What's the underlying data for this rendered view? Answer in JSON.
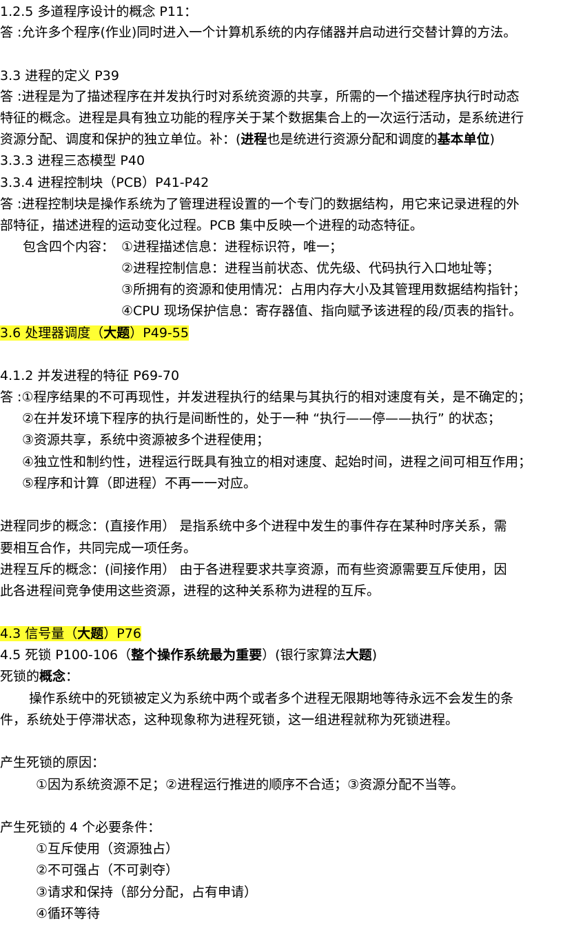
{
  "colors": {
    "highlight": "#ffff33",
    "text": "#000000",
    "background": "#ffffff"
  },
  "s1": {
    "title": "1.2.5 多道程序设计的概念 P11：",
    "answer": "答 :允许多个程序(作业)同时进入一个计算机系统的内存储器并启动进行交替计算的方法。"
  },
  "s2": {
    "title": "3.3 进程的定义 P39",
    "l1": "答 :进程是为了描述程序在并发执行时对系统资源的共享，所需的一个描述程序执行时动态",
    "l2": "特征的概念。进程是具有独立功能的程序关于某个数据集合上的一次运行活动，是系统进行",
    "l3_a": "资源分配、调度和保护的独立单位。补：(",
    "l3_b": "进程",
    "l3_c": "也是统进行资源分配和调度的",
    "l3_d": "基本单位",
    "l3_e": ")"
  },
  "s3": {
    "title": "3.3.3 进程三态模型 P40"
  },
  "s4": {
    "title": "3.3.4 进程控制块（PCB）P41-P42",
    "l1": "答 :进程控制块是操作系统为了管理进程设置的一个专门的数据结构，用它来记录进程的外",
    "l2": "部特征，描述进程的运动变化过程。PCB 集中反映一个进程的动态特征。",
    "items_prefix": "包含四个内容：",
    "items": [
      "①进程描述信息：进程标识符，唯一；",
      "②进程控制信息：进程当前状态、优先级、代码执行入口地址等；",
      "③所拥有的资源和使用情况：占用内存大小及其管理用数据结构指针；",
      "④CPU 现场保护信息：寄存器值、指向赋予该进程的段/页表的指针。"
    ]
  },
  "s5": {
    "title_a": "3.6 处理器调度（",
    "title_b": "大题",
    "title_c": "）P49-55"
  },
  "s6": {
    "title": "4.1.2 并发进程的特征 P69-70",
    "l1": "答 :①程序结果的不可再现性，并发进程执行的结果与其执行的相对速度有关，是不确定的；",
    "items": [
      "②在并发环境下程序的执行是间断性的，处于一种 “执行——停——执行” 的状态；",
      "③资源共享，系统中资源被多个进程使用；",
      "④独立性和制约性，进程运行既具有独立的相对速度、起始时间，进程之间可相互作用；",
      "⑤程序和计算（即进程）不再一一对应。"
    ]
  },
  "s7": {
    "sync_l1": "进程同步的概念：(直接作用）    是指系统中多个进程中发生的事件存在某种时序关系，需",
    "sync_l2": "要相互合作，共同完成一项任务。",
    "mutex_l1": "进程互斥的概念：(间接作用）    由于各进程要求共享资源，而有些资源需要互斥使用，因",
    "mutex_l2": "此各进程间竞争使用这些资源，进程的这种关系称为进程的互斥。"
  },
  "s8": {
    "title_a": "4.3 信号量（",
    "title_b": "大题",
    "title_c": "）P76"
  },
  "s9": {
    "title_a": "4.5 死锁 P100-106（",
    "title_b": "整个操作系统最为重要",
    "title_c": "）(银行家算法",
    "title_d": "大题",
    "title_e": ")",
    "concept_a": "死锁的",
    "concept_b": "概念",
    "concept_c": "：",
    "def_l1": "操作系统中的死锁被定义为系统中两个或者多个进程无限期地等待永远不会发生的条",
    "def_l2": "件，系统处于停滞状态，这种现象称为进程死锁，这一组进程就称为死锁进程。",
    "causes_title": "产生死锁的原因：",
    "causes": "①因为系统资源不足；②进程运行推进的顺序不合适；③资源分配不当等。",
    "conditions_title": "产生死锁的 4 个必要条件：",
    "conditions": [
      "①互斥使用（资源独占）",
      "②不可强占（不可剥夺）",
      "③请求和保持（部分分配，占有申请）",
      "④循环等待"
    ]
  }
}
